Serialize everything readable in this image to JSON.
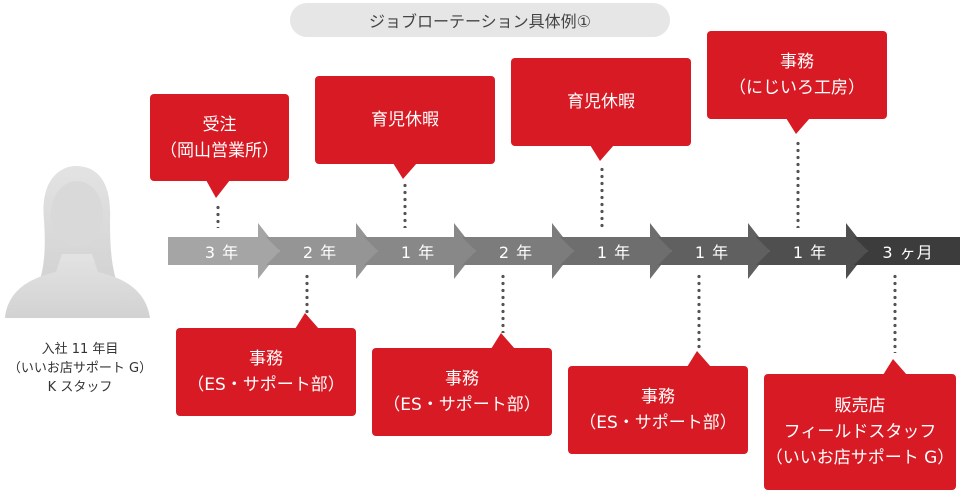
{
  "title": "ジョブローテーション具体例①",
  "person": {
    "caption": [
      "入社 11 年目",
      "（いいお店サポート G）",
      "K スタッフ"
    ]
  },
  "timeline": {
    "segments": [
      "3 年",
      "2 年",
      "1 年",
      "2 年",
      "1 年",
      "1 年",
      "1 年",
      "3 ヶ月"
    ],
    "colors": [
      "#a5a5a5",
      "#959595",
      "#888888",
      "#7c7c7c",
      "#6e6e6e",
      "#606060",
      "#4f4f4f",
      "#3c3c3c"
    ]
  },
  "roles_top": [
    {
      "lines": [
        "受注",
        "（岡山営業所）"
      ]
    },
    {
      "lines": [
        "育児休暇"
      ]
    },
    {
      "lines": [
        "育児休暇"
      ]
    },
    {
      "lines": [
        "事務",
        "（にじいろ工房）"
      ]
    }
  ],
  "roles_bottom": [
    {
      "lines": [
        "事務",
        "（ES・サポート部）"
      ]
    },
    {
      "lines": [
        "事務",
        "（ES・サポート部）"
      ]
    },
    {
      "lines": [
        "事務",
        "（ES・サポート部）"
      ]
    },
    {
      "lines": [
        "販売店",
        "フィールドスタッフ",
        "（いいお店サポート G）"
      ]
    }
  ],
  "accent_color": "#d71a23"
}
